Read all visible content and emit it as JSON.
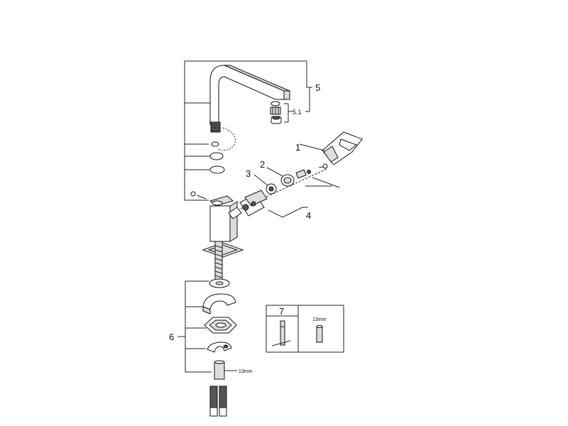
{
  "callouts": {
    "c1": "1",
    "c2": "2",
    "c3": "3",
    "c4": "4",
    "c5": "5",
    "c51": "5.1",
    "c6": "6",
    "c7": "7"
  },
  "dimensions": {
    "wrench_size": "13mm",
    "hose_nut_size": "13mm"
  },
  "colors": {
    "line": "#222222",
    "background": "#ffffff"
  }
}
